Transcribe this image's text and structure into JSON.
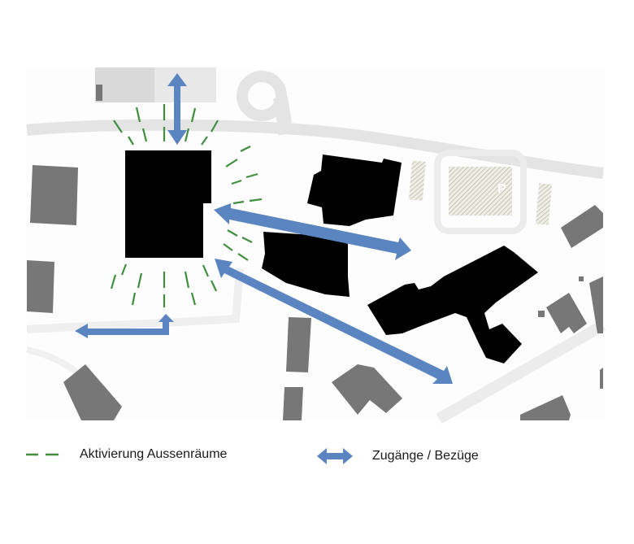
{
  "colors": {
    "building_new": "#000000",
    "building_existing": "#777777",
    "road": "#e4e4e4",
    "access_arrow": "#5b85c0",
    "outdoor_dash": "#3f8f3f"
  },
  "map": {
    "parking_label": "P"
  },
  "legend": {
    "items": [
      {
        "label": "Aktivierung Aussenräume",
        "symbol": "green-dash"
      },
      {
        "label": "Zugänge / Bezüge",
        "symbol": "blue-double-arrow"
      }
    ]
  }
}
